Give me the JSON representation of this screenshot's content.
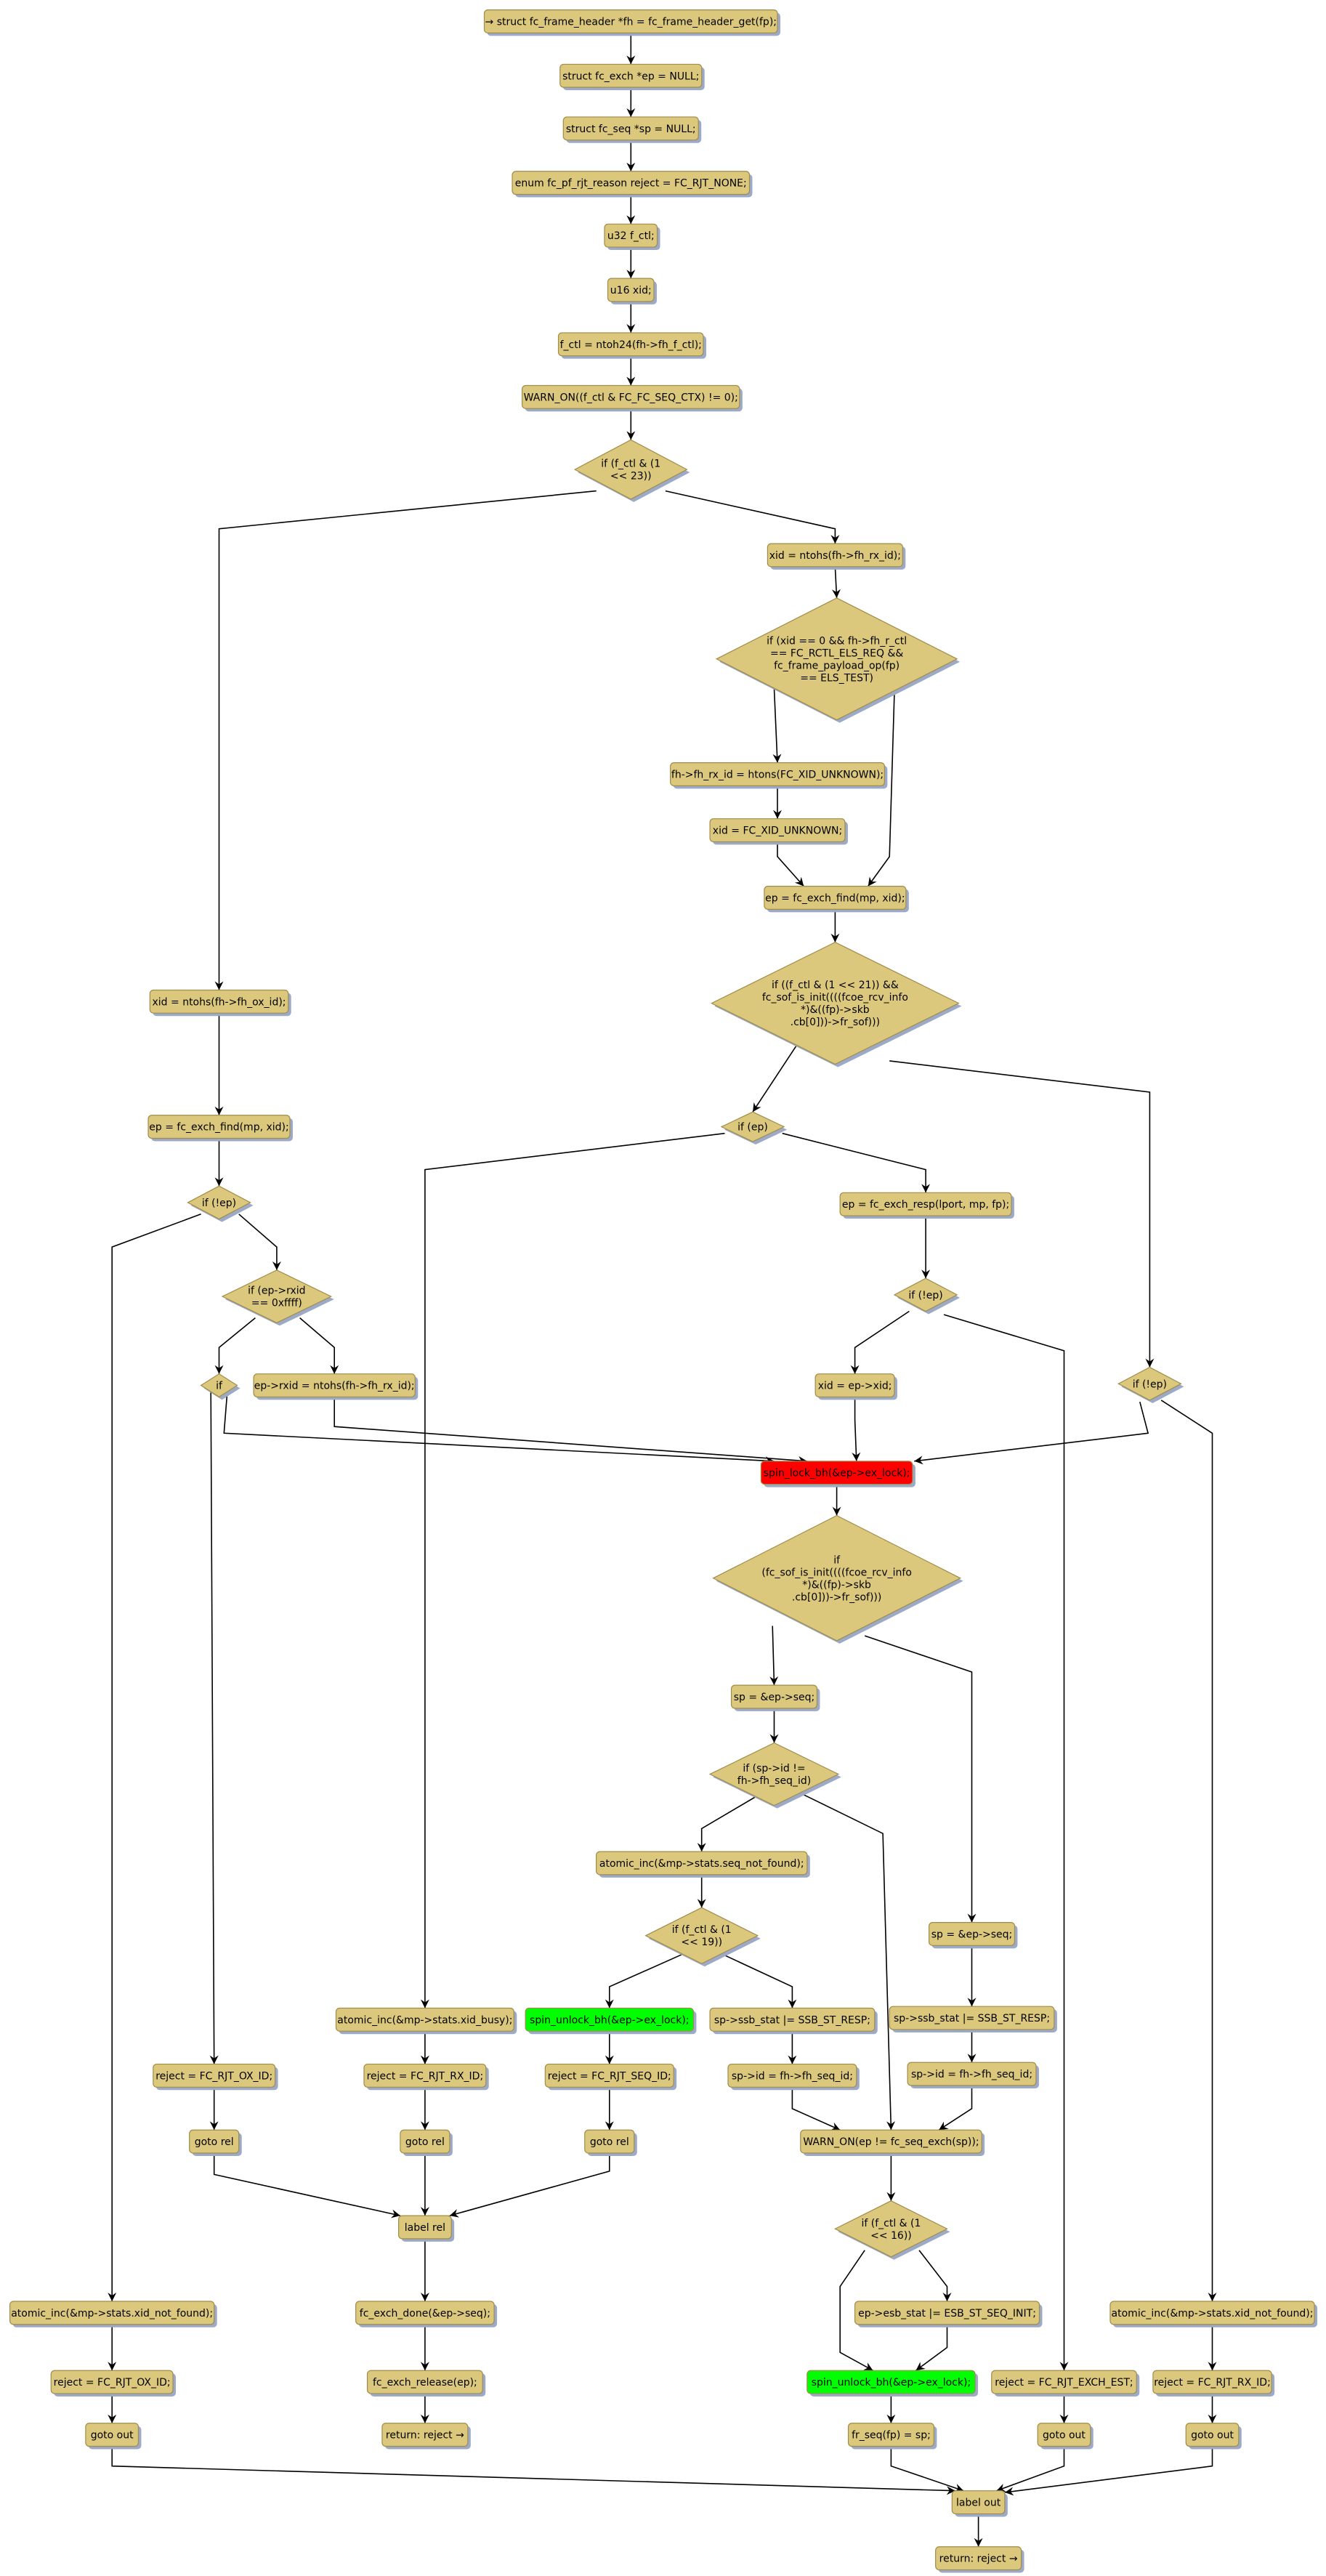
{
  "colors": {
    "node_fill": "#DBC87D",
    "node_border": "#A08C4B",
    "shadow": "#9CAAC8",
    "lock": "#FF0000",
    "unlock": "#00FF00",
    "edge": "#000000"
  },
  "nodes": {
    "n1": {
      "shape": "box",
      "lines": [
        "→ struct fc_frame_header *fh = fc_frame_header_get(fp);"
      ]
    },
    "n2": {
      "shape": "box",
      "lines": [
        "struct fc_exch *ep = NULL;"
      ]
    },
    "n3": {
      "shape": "box",
      "lines": [
        "struct fc_seq *sp = NULL;"
      ]
    },
    "n4": {
      "shape": "box",
      "lines": [
        "enum fc_pf_rjt_reason reject = FC_RJT_NONE;"
      ]
    },
    "n5": {
      "shape": "box",
      "lines": [
        "u32 f_ctl;"
      ]
    },
    "n6": {
      "shape": "box",
      "lines": [
        "u16 xid;"
      ]
    },
    "n7": {
      "shape": "box",
      "lines": [
        "f_ctl = ntoh24(fh->fh_f_ctl);"
      ]
    },
    "n8": {
      "shape": "box",
      "lines": [
        "WARN_ON((f_ctl & FC_FC_SEQ_CTX) != 0);"
      ]
    },
    "d1": {
      "shape": "diamond",
      "lines": [
        "if (f_ctl & (1",
        "<< 23))"
      ]
    },
    "n9": {
      "shape": "box",
      "lines": [
        "xid = ntohs(fh->fh_rx_id);"
      ]
    },
    "d2": {
      "shape": "diamond",
      "lines": [
        "if (xid == 0 && fh->fh_r_ctl",
        "== FC_RCTL_ELS_REQ &&",
        "fc_frame_payload_op(fp)",
        "== ELS_TEST)"
      ]
    },
    "n10": {
      "shape": "box",
      "lines": [
        "fh->fh_rx_id = htons(FC_XID_UNKNOWN);"
      ]
    },
    "n11": {
      "shape": "box",
      "lines": [
        "xid = FC_XID_UNKNOWN;"
      ]
    },
    "n12": {
      "shape": "box",
      "lines": [
        "ep = fc_exch_find(mp, xid);"
      ]
    },
    "d3": {
      "shape": "diamond",
      "lines": [
        "if ((f_ctl & (1 << 21)) &&",
        "fc_sof_is_init((((fcoe_rcv_info",
        "*)&((fp)->skb",
        ".cb[0]))->fr_sof)))"
      ]
    },
    "d4": {
      "shape": "diamond",
      "lines": [
        "if (ep)"
      ]
    },
    "n13": {
      "shape": "box",
      "lines": [
        "ep = fc_exch_resp(lport, mp, fp);"
      ]
    },
    "d5": {
      "shape": "diamond",
      "lines": [
        "if (!ep)"
      ]
    },
    "n14": {
      "shape": "box",
      "lines": [
        "xid = ep->xid;"
      ]
    },
    "d6": {
      "shape": "diamond",
      "lines": [
        "if (!ep)"
      ]
    },
    "n15": {
      "shape": "box",
      "lines": [
        "xid = ntohs(fh->fh_ox_id);"
      ]
    },
    "n16": {
      "shape": "box",
      "lines": [
        "ep = fc_exch_find(mp, xid);"
      ]
    },
    "d7": {
      "shape": "diamond",
      "lines": [
        "if (!ep)"
      ]
    },
    "d8": {
      "shape": "diamond",
      "lines": [
        "if (ep->rxid",
        "== 0xffff)"
      ]
    },
    "d9": {
      "shape": "diamond",
      "lines": [
        "if"
      ]
    },
    "n17": {
      "shape": "box",
      "lines": [
        "ep->rxid = ntohs(fh->fh_rx_id);"
      ]
    },
    "lock": {
      "shape": "box",
      "highlight": "lock",
      "lines": [
        "spin_lock_bh(&ep->ex_lock);"
      ]
    },
    "d10": {
      "shape": "diamond",
      "lines": [
        "if",
        "(fc_sof_is_init((((fcoe_rcv_info",
        "*)&((fp)->skb",
        ".cb[0]))->fr_sof)))"
      ]
    },
    "n18": {
      "shape": "box",
      "lines": [
        "sp = &ep->seq;"
      ]
    },
    "d11": {
      "shape": "diamond",
      "lines": [
        "if (sp->id !=",
        "fh->fh_seq_id)"
      ]
    },
    "n19": {
      "shape": "box",
      "lines": [
        "atomic_inc(&mp->stats.seq_not_found);"
      ]
    },
    "d12": {
      "shape": "diamond",
      "lines": [
        "if (f_ctl & (1",
        "<< 19))"
      ]
    },
    "n20": {
      "shape": "box",
      "highlight": "unlock",
      "lines": [
        "spin_unlock_bh(&ep->ex_lock);"
      ]
    },
    "n21": {
      "shape": "box",
      "lines": [
        "sp->ssb_stat |= SSB_ST_RESP;"
      ]
    },
    "n22": {
      "shape": "box",
      "lines": [
        "reject = FC_RJT_SEQ_ID;"
      ]
    },
    "n23": {
      "shape": "box",
      "lines": [
        "sp->id = fh->fh_seq_id;"
      ]
    },
    "n24": {
      "shape": "box",
      "lines": [
        "goto rel"
      ]
    },
    "n25": {
      "shape": "box",
      "lines": [
        "WARN_ON(ep != fc_seq_exch(sp));"
      ]
    },
    "n26": {
      "shape": "box",
      "lines": [
        "sp = &ep->seq;"
      ]
    },
    "n27": {
      "shape": "box",
      "lines": [
        "sp->ssb_stat |= SSB_ST_RESP;"
      ]
    },
    "n28": {
      "shape": "box",
      "lines": [
        "sp->id = fh->fh_seq_id;"
      ]
    },
    "d13": {
      "shape": "diamond",
      "lines": [
        "if (f_ctl & (1",
        "<< 16))"
      ]
    },
    "n29": {
      "shape": "box",
      "lines": [
        "ep->esb_stat |= ESB_ST_SEQ_INIT;"
      ]
    },
    "n30": {
      "shape": "box",
      "highlight": "unlock",
      "lines": [
        "spin_unlock_bh(&ep->ex_lock);"
      ]
    },
    "n31": {
      "shape": "box",
      "lines": [
        "fr_seq(fp) = sp;"
      ]
    },
    "n32": {
      "shape": "box",
      "lines": [
        "reject = FC_RJT_EXCH_EST;"
      ]
    },
    "n33": {
      "shape": "box",
      "lines": [
        "goto out"
      ]
    },
    "n34": {
      "shape": "box",
      "lines": [
        "atomic_inc(&mp->stats.xid_not_found);"
      ]
    },
    "n35": {
      "shape": "box",
      "lines": [
        "reject = FC_RJT_RX_ID;"
      ]
    },
    "n36": {
      "shape": "box",
      "lines": [
        "goto out"
      ]
    },
    "out": {
      "shape": "box",
      "lines": [
        "label out"
      ]
    },
    "ret2": {
      "shape": "box",
      "lines": [
        "return: reject →"
      ]
    },
    "n37": {
      "shape": "box",
      "lines": [
        "atomic_inc(&mp->stats.xid_busy);"
      ]
    },
    "n38": {
      "shape": "box",
      "lines": [
        "reject = FC_RJT_RX_ID;"
      ]
    },
    "n39": {
      "shape": "box",
      "lines": [
        "goto rel"
      ]
    },
    "rel": {
      "shape": "box",
      "lines": [
        "label rel"
      ]
    },
    "n40": {
      "shape": "box",
      "lines": [
        "fc_exch_done(&ep->seq);"
      ]
    },
    "n41": {
      "shape": "box",
      "lines": [
        "fc_exch_release(ep);"
      ]
    },
    "ret1": {
      "shape": "box",
      "lines": [
        "return: reject →"
      ]
    },
    "n43": {
      "shape": "box",
      "lines": [
        "reject = FC_RJT_OX_ID;"
      ]
    },
    "n44": {
      "shape": "box",
      "lines": [
        "goto rel"
      ]
    },
    "n45": {
      "shape": "box",
      "lines": [
        "atomic_inc(&mp->stats.xid_not_found);"
      ]
    },
    "n46": {
      "shape": "box",
      "lines": [
        "reject = FC_RJT_OX_ID;"
      ]
    },
    "n47": {
      "shape": "box",
      "lines": [
        "goto out"
      ]
    }
  }
}
